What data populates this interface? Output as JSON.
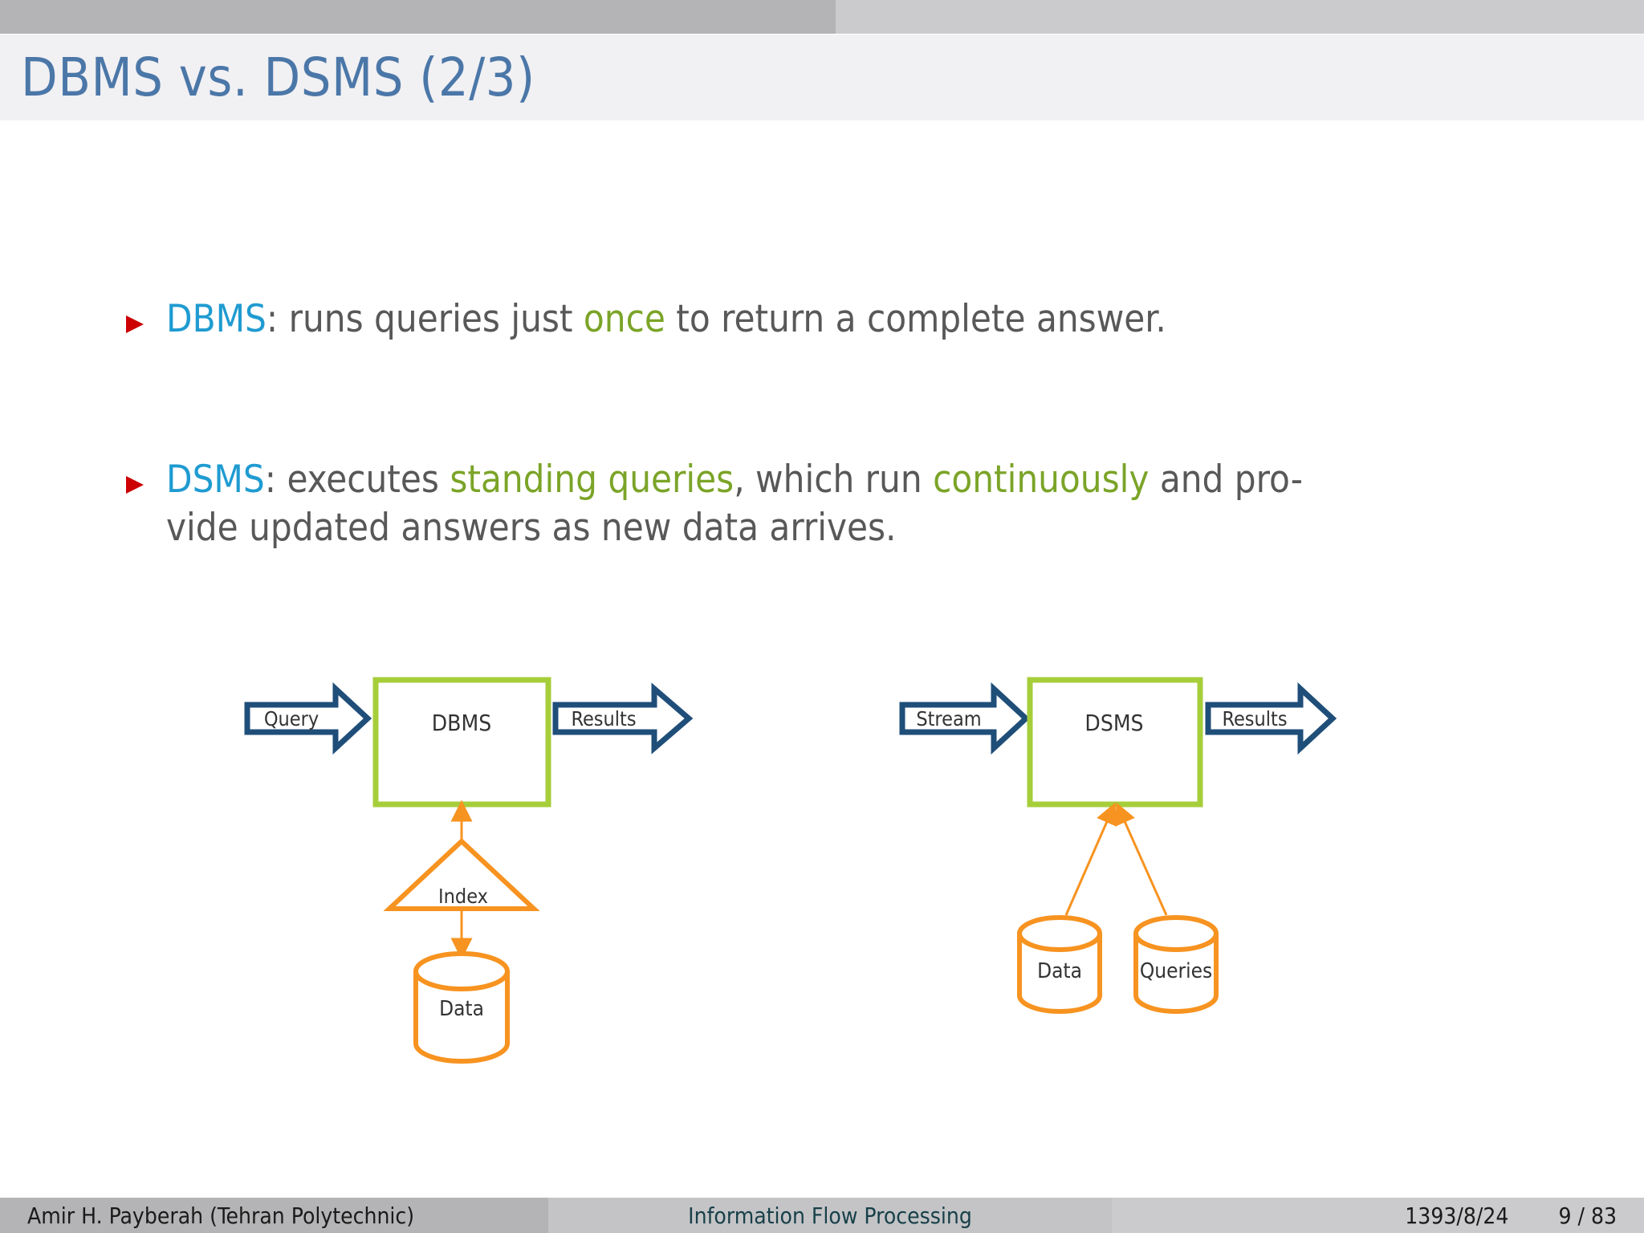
{
  "slide": {
    "title": "DBMS vs. DSMS (2/3)",
    "colors": {
      "title": "#4b77a8",
      "title_band": "#f1f0f3",
      "body_text": "#585858",
      "keyword_blue": "#1f9bd1",
      "keyword_green": "#7ba428",
      "bullet_red": "#cc0000",
      "box_green": "#a6ce3a",
      "arrow_navy": "#1f4e79",
      "store_orange": "#f79320",
      "footer_dark": "#b4b4b6",
      "footer_mid": "#c4c4c6",
      "footer_light": "#cbcbcd"
    }
  },
  "bullets": [
    {
      "marker": "triangle-bullet-icon",
      "segments": [
        {
          "text": "DBMS",
          "style": "blue"
        },
        {
          "text": ": runs queries just ",
          "style": "plain"
        },
        {
          "text": "once",
          "style": "green"
        },
        {
          "text": " to return a complete answer.",
          "style": "plain"
        }
      ],
      "plain_text": "DBMS: runs queries just once to return a complete answer."
    },
    {
      "marker": "triangle-bullet-icon",
      "segments": [
        {
          "text": "DSMS",
          "style": "blue"
        },
        {
          "text": ": executes ",
          "style": "plain"
        },
        {
          "text": "standing queries",
          "style": "green"
        },
        {
          "text": ", which run ",
          "style": "plain"
        },
        {
          "text": "continuously",
          "style": "green"
        },
        {
          "text": " and pro-",
          "style": "plain"
        },
        {
          "text": "vide updated answers as new data arrives.",
          "style": "plain"
        }
      ],
      "plain_text": "DSMS: executes standing queries, which run continuously and provide updated answers as new data arrives.",
      "line1_words": {
        "w1": ", which run ",
        "w2": "continuously",
        "w3": " and pro-"
      },
      "line2": "vide updated answers as new data arrives."
    }
  ],
  "diagrams": [
    {
      "id": "dbms-architecture",
      "input_arrow_label": "Query",
      "engine_label": "DBMS",
      "output_arrow_label": "Results",
      "index_label": "Index",
      "stores": [
        {
          "label": "Data"
        }
      ]
    },
    {
      "id": "dsms-architecture",
      "input_arrow_label": "Stream",
      "engine_label": "DSMS",
      "output_arrow_label": "Results",
      "stores": [
        {
          "label": "Data"
        },
        {
          "label": "Queries"
        }
      ]
    }
  ],
  "footer": {
    "author": "Amir H. Payberah  (Tehran Polytechnic)",
    "subject": "Information Flow Processing",
    "date": "1393/8/24",
    "page": "9 / 83"
  }
}
